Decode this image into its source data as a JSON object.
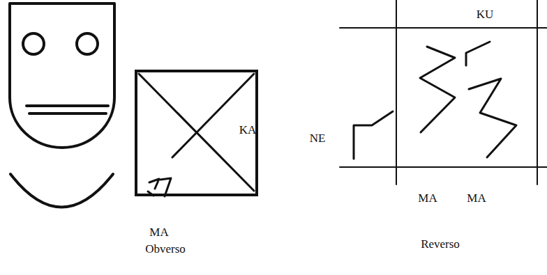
{
  "diagram": {
    "nodes": [
      {
        "text": [
          "KA"
        ]
      }
    ],
    "labels": [
      "MA",
      "Obverso",
      "NE",
      "KU",
      "MA",
      "MA",
      "Reverso"
    ]
  }
}
